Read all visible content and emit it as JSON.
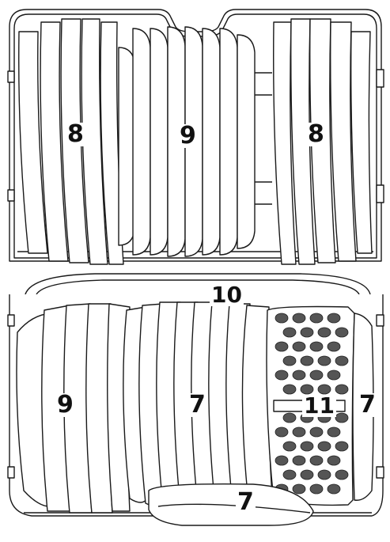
{
  "diagram": {
    "labels": {
      "upper_left": "8",
      "upper_center": "9",
      "upper_right": "8",
      "tray": "10",
      "lower_left": "9",
      "lower_center": "7",
      "cutlery_basket": "11",
      "lower_right": "7",
      "lower_bottom": "7"
    },
    "colors": {
      "line": "#1a1a1a",
      "fill": "#ffffff",
      "basket_hole": "#555555"
    }
  }
}
